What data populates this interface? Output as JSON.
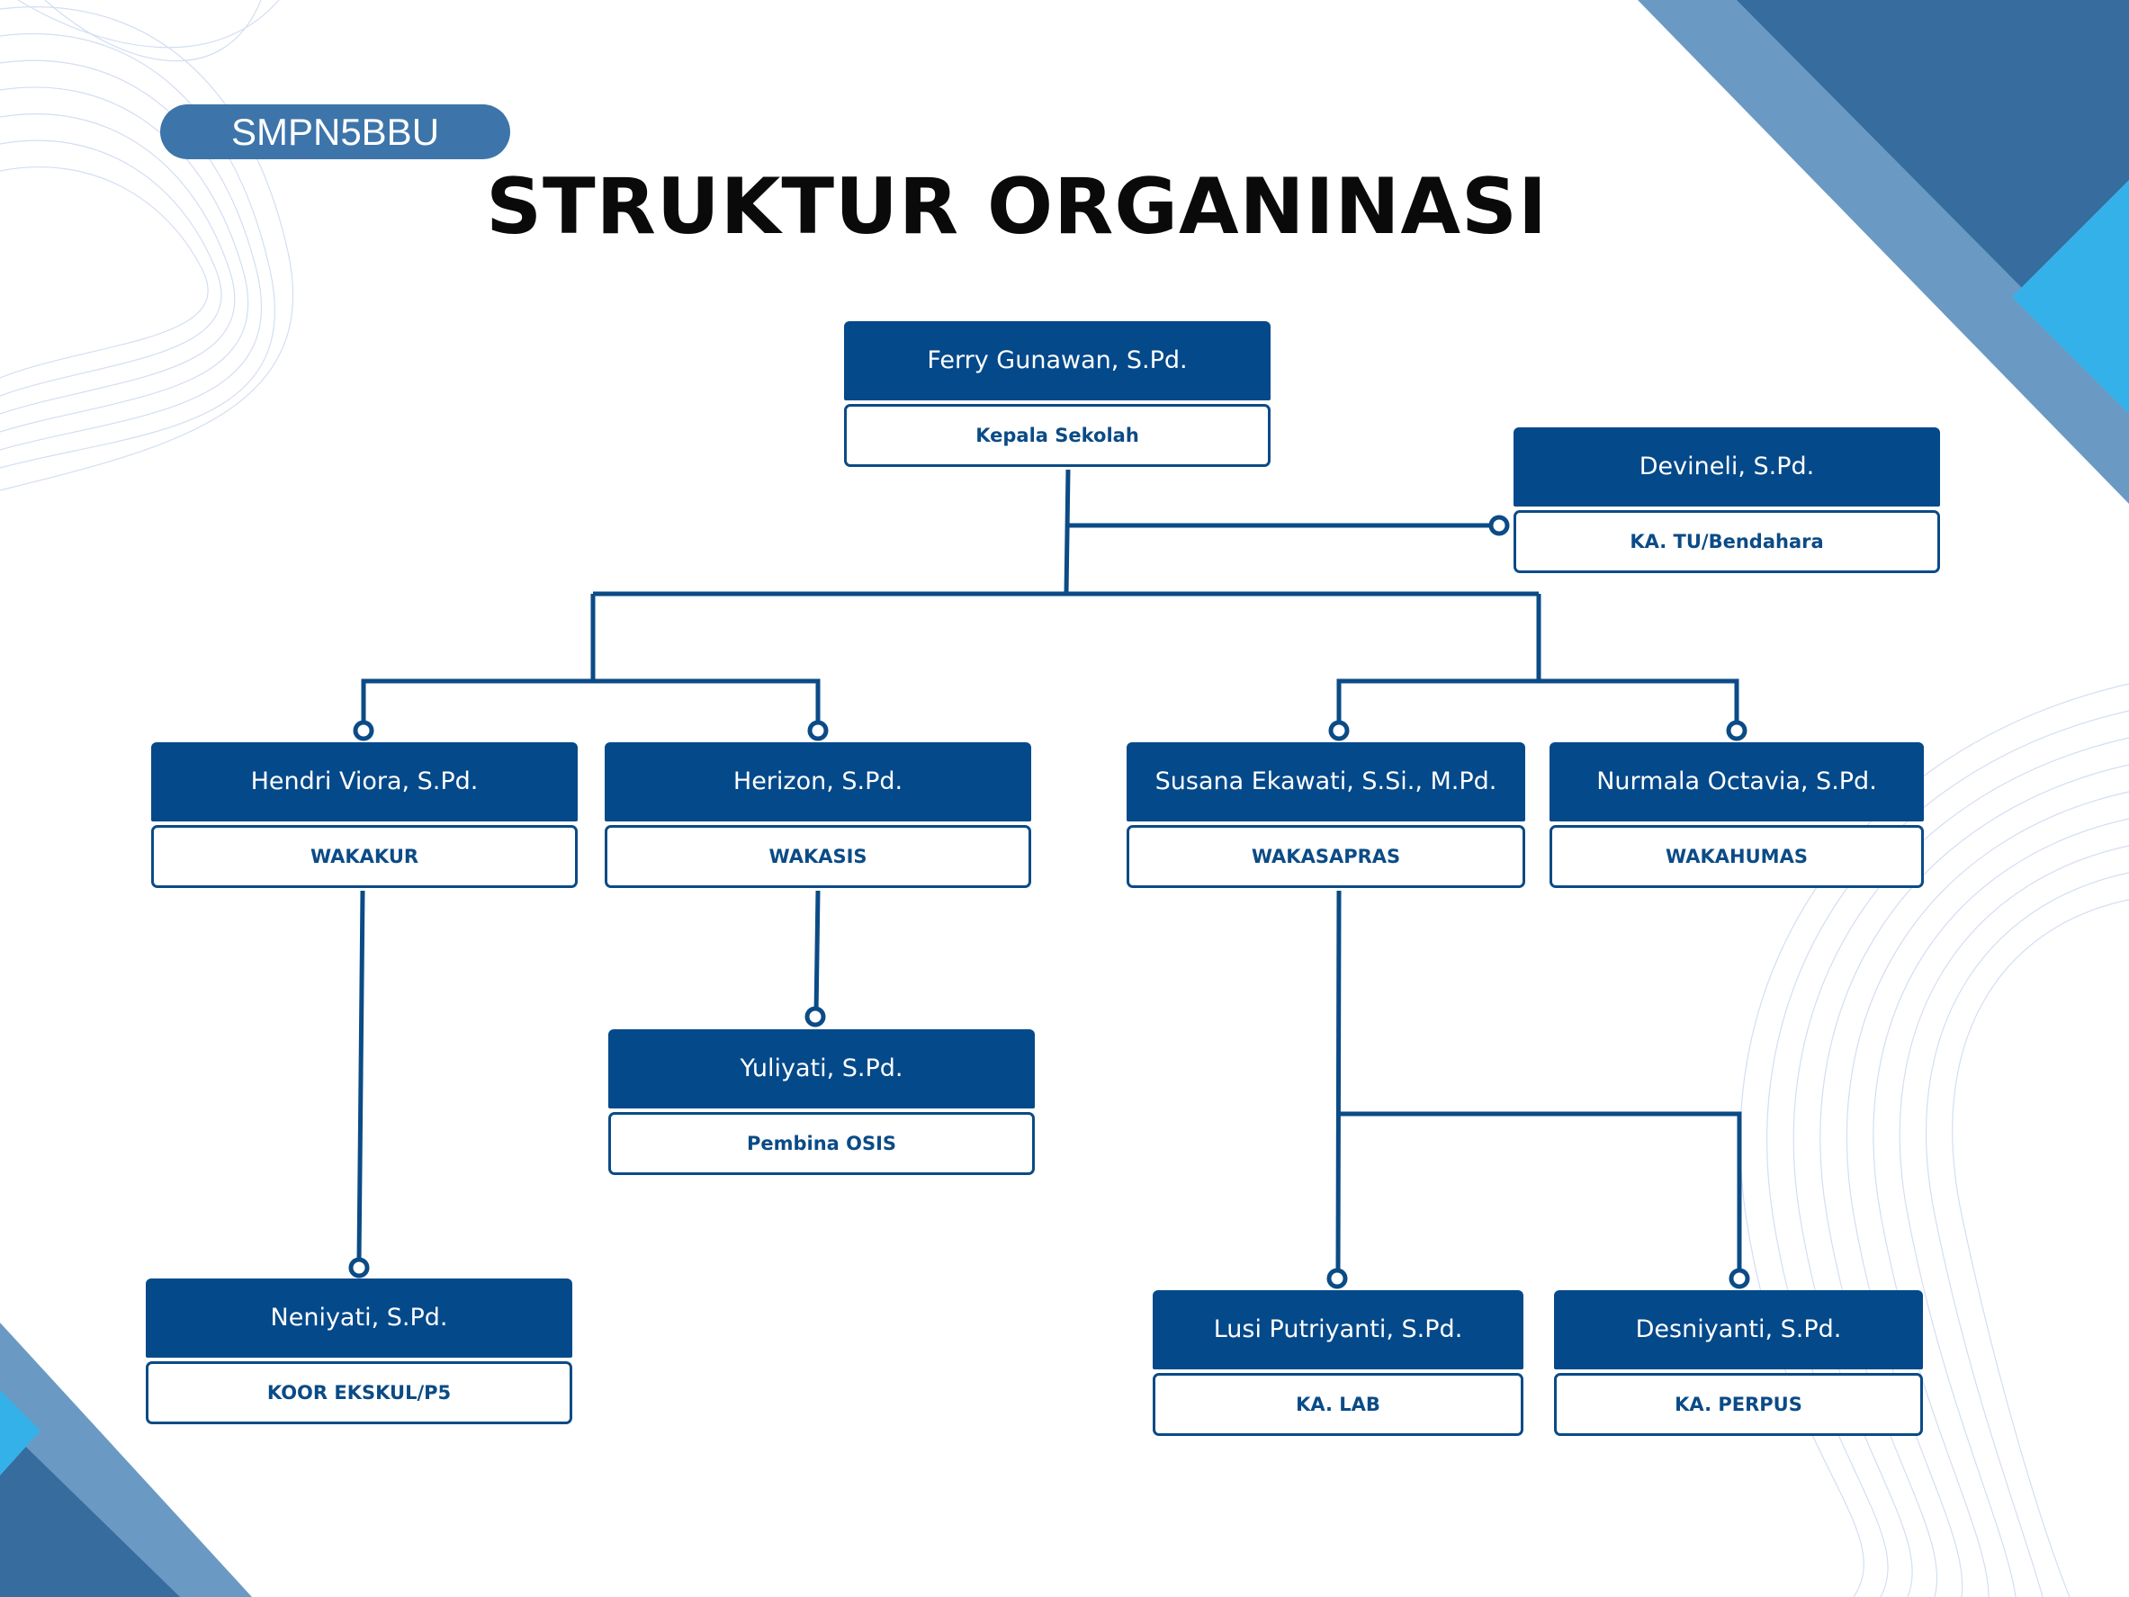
{
  "badge": "SMPN5BBU",
  "title": "STRUKTUR ORGANINASI",
  "colors": {
    "node_fill": "#04498a",
    "line": "#0b4b86",
    "badge": "#3d75aa"
  },
  "nodes": {
    "kepala": {
      "name": "Ferry Gunawan, S.Pd.",
      "role": "Kepala Sekolah"
    },
    "tu": {
      "name": "Devineli, S.Pd.",
      "role": "KA. TU/Bendahara"
    },
    "wakakur": {
      "name": "Hendri Viora, S.Pd.",
      "role": "WAKAKUR"
    },
    "wakasis": {
      "name": "Herizon, S.Pd.",
      "role": "WAKASIS"
    },
    "wakasapras": {
      "name": "Susana Ekawati, S.Si., M.Pd.",
      "role": "WAKASAPRAS"
    },
    "wakahumas": {
      "name": "Nurmala Octavia, S.Pd.",
      "role": "WAKAHUMAS"
    },
    "osis": {
      "name": "Yuliyati, S.Pd.",
      "role": "Pembina OSIS"
    },
    "ekskul": {
      "name": "Neniyati, S.Pd.",
      "role": "KOOR EKSKUL/P5"
    },
    "lab": {
      "name": "Lusi Putriyanti, S.Pd.",
      "role": "KA. LAB"
    },
    "perpus": {
      "name": "Desniyanti, S.Pd.",
      "role": "KA. PERPUS"
    }
  },
  "edges": [
    [
      "kepala",
      "tu"
    ],
    [
      "kepala",
      "wakakur"
    ],
    [
      "kepala",
      "wakasis"
    ],
    [
      "kepala",
      "wakasapras"
    ],
    [
      "kepala",
      "wakahumas"
    ],
    [
      "wakakur",
      "ekskul"
    ],
    [
      "wakasis",
      "osis"
    ],
    [
      "wakasapras",
      "lab"
    ],
    [
      "wakasapras",
      "perpus"
    ]
  ]
}
